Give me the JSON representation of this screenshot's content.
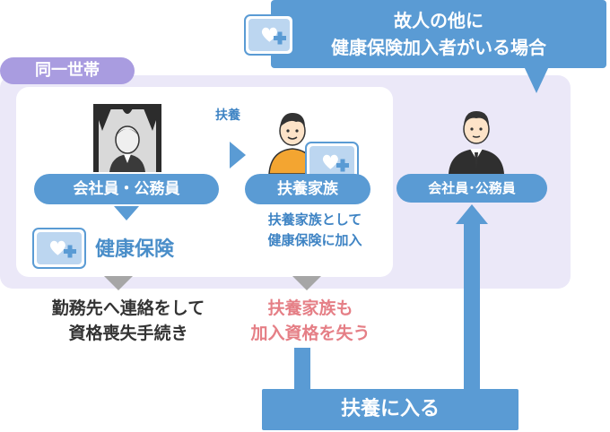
{
  "household": {
    "label": "同一世帯"
  },
  "bubble": {
    "line1": "故人の他に",
    "line2": "健康保険加入者がいる場合"
  },
  "deceased": {
    "pill": "会社員・公務員"
  },
  "insurance": {
    "label": "健康保険"
  },
  "dependent": {
    "arrow_label": "扶養",
    "pill": "扶養家族",
    "line1": "扶養家族として",
    "line2": "健康保険に加入"
  },
  "other": {
    "pill": "会社員･公務員"
  },
  "outcome_deceased": {
    "line1": "勤務先へ連絡をして",
    "line2": "資格喪失手続き"
  },
  "outcome_dependent": {
    "line1": "扶養家族も",
    "line2": "加入資格を失う"
  },
  "bottom": {
    "label": "扶養に入る"
  },
  "colors": {
    "accent": "#5a9bd4",
    "household_bg": "#ebe8f8",
    "household_label": "#a99ce0",
    "pink": "#e57f86",
    "arrow_gray": "#a6a6a6"
  },
  "icons": [
    "health-card-icon",
    "deceased-portrait-icon",
    "dependent-person-icon",
    "businessman-icon"
  ]
}
